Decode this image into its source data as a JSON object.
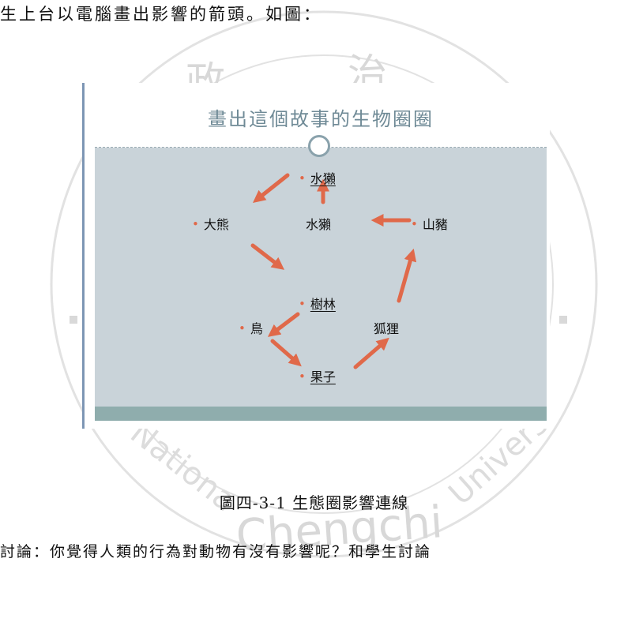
{
  "text": {
    "top_line": "生上台以電腦畫出影響的箭頭。如圖：",
    "caption": "圖四-3-1 生態圈影響連線",
    "bottom_line": "討論：你覺得人類的行為對動物有沒有影響呢？和學生討論"
  },
  "watermark": {
    "top_left": "政",
    "top_right": "治",
    "bottom_text": "Chengchi",
    "left_arc": "Nationa",
    "right_arc": "Univers",
    "color": "#d8d8d8"
  },
  "slide": {
    "title": "畫出這個故事的生物圈圈",
    "nodes": {
      "water_otter_top": "水獺",
      "bear": "大熊",
      "otter": "水獺",
      "boar": "山豬",
      "forest": "樹林",
      "bird": "鳥",
      "fox": "狐狸",
      "fruit": "果子"
    },
    "colors": {
      "background": "#c9d3d9",
      "title": "#6f8a96",
      "arrow": "#e0694a",
      "footer": "#8fadad"
    }
  }
}
